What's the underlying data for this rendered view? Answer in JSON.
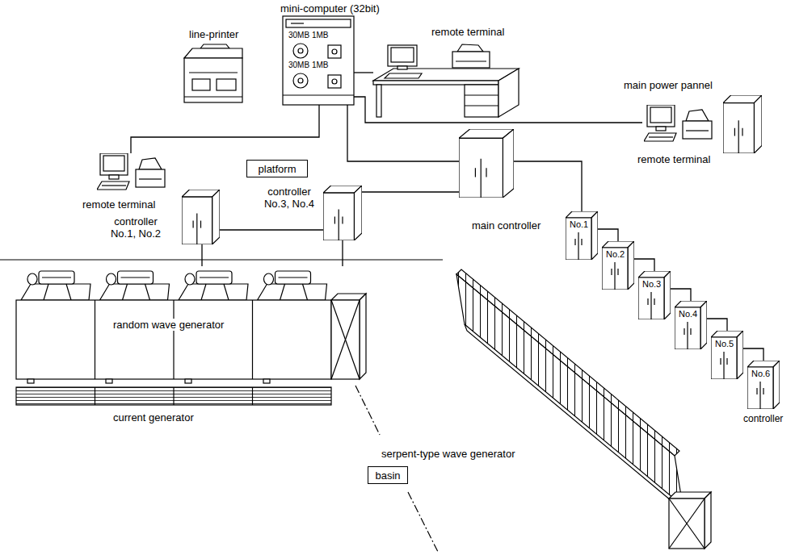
{
  "diagram": {
    "nodes": [
      {
        "text": [
          "line-printer"
        ]
      },
      {
        "text": [
          "mini-computer (32bit)"
        ]
      },
      {
        "text": [
          "remote terminal"
        ]
      },
      {
        "text": [
          "remote terminal"
        ]
      },
      {
        "text": [
          "platform"
        ]
      },
      {
        "text": [
          "remote terminal"
        ]
      },
      {
        "text": [
          "main power pannel"
        ]
      },
      {
        "text": [
          "main controller"
        ]
      },
      {
        "text": [
          "controller No.1, No.2"
        ]
      },
      {
        "text": [
          "controller No.3, No.4"
        ]
      },
      {
        "text": [
          "No.1"
        ]
      },
      {
        "text": [
          "No.2"
        ]
      },
      {
        "text": [
          "No.3"
        ]
      },
      {
        "text": [
          "No.4"
        ]
      },
      {
        "text": [
          "No.5"
        ]
      },
      {
        "text": [
          "No.6"
        ]
      },
      {
        "text": [
          "random wave generator"
        ]
      },
      {
        "text": [
          "current generator"
        ]
      },
      {
        "text": [
          "serpent-type wave generator"
        ]
      },
      {
        "text": [
          "basin"
        ]
      }
    ],
    "edges": [
      {
        "from": 1,
        "to": 2,
        "arrow": "none"
      },
      {
        "from": 1,
        "to": 3,
        "arrow": "none"
      },
      {
        "from": 1,
        "to": 5,
        "arrow": "none"
      },
      {
        "from": 1,
        "to": 7,
        "arrow": "none"
      },
      {
        "from": 7,
        "to": 9,
        "arrow": "none"
      },
      {
        "from": 9,
        "to": 8,
        "arrow": "none"
      },
      {
        "from": 8,
        "to": 16,
        "arrow": "none"
      },
      {
        "from": 9,
        "to": 16,
        "arrow": "none"
      },
      {
        "from": 7,
        "to": 10,
        "arrow": "none"
      },
      {
        "from": 10,
        "to": 11,
        "arrow": "none"
      },
      {
        "from": 11,
        "to": 12,
        "arrow": "none"
      },
      {
        "from": 12,
        "to": 13,
        "arrow": "none"
      },
      {
        "from": 13,
        "to": 14,
        "arrow": "none"
      },
      {
        "from": 14,
        "to": 15,
        "arrow": "none"
      }
    ],
    "labels": [
      "30MB 1MB",
      "30MB 1MB",
      "controller"
    ]
  }
}
